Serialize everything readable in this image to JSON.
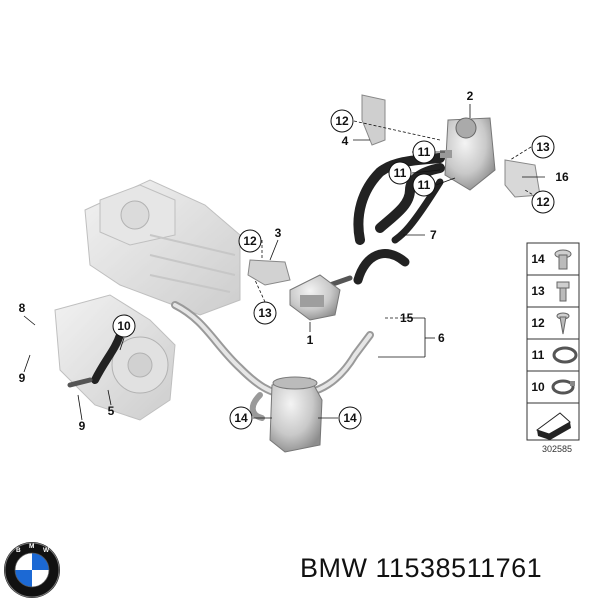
{
  "callouts": {
    "c1": "1",
    "c2": "2",
    "c3": "3",
    "c4": "4",
    "c5": "5",
    "c6": "6",
    "c7": "7",
    "c8": "8",
    "c9a": "9",
    "c9b": "9",
    "c10": "10",
    "c11a": "11",
    "c11b": "11",
    "c11c": "11",
    "c12a": "12",
    "c12b": "12",
    "c12c": "12",
    "c13a": "13",
    "c13b": "13",
    "c14a": "14",
    "c14b": "14",
    "c15": "15",
    "c16": "16"
  },
  "legend": {
    "items": [
      "14",
      "13",
      "12",
      "11",
      "10"
    ]
  },
  "reference_number": "302585",
  "brand": {
    "logo_letters": "BMW",
    "part_number_line": "BMW 11538511761",
    "colors": {
      "blue": "#1c69d4",
      "ring": "#111111"
    }
  }
}
